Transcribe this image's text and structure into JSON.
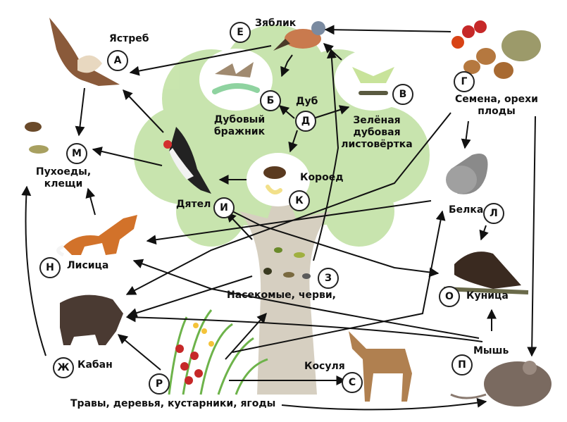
{
  "colors": {
    "tree_foliage": "#bfe0a0",
    "tree_trunk": "#cfc7b6",
    "arrow": "#111111",
    "grass": "#6db34a"
  },
  "nodes": [
    {
      "key": "A",
      "letter": "А",
      "label": "Ястреб"
    },
    {
      "key": "E",
      "letter": "Е",
      "label": "Зяблик"
    },
    {
      "key": "G",
      "letter": "Г",
      "label": "Семена, орехи плоды"
    },
    {
      "key": "B",
      "letter": "Б",
      "label": "Дубовый бражник"
    },
    {
      "key": "V",
      "letter": "В",
      "label": "Зелёная дубовая листовёртка"
    },
    {
      "key": "D",
      "letter": "Д",
      "label": "Дуб"
    },
    {
      "key": "M",
      "letter": "М",
      "label": "Пухоеды, клещи"
    },
    {
      "key": "K",
      "letter": "К",
      "label": "Короед"
    },
    {
      "key": "I",
      "letter": "И",
      "label": "Дятел"
    },
    {
      "key": "L",
      "letter": "Л",
      "label": "Белка"
    },
    {
      "key": "N",
      "letter": "Н",
      "label": "Лисица"
    },
    {
      "key": "Z",
      "letter": "З",
      "label": "Насекомые, черви,"
    },
    {
      "key": "O",
      "letter": "О",
      "label": "Куница"
    },
    {
      "key": "ZH",
      "letter": "Ж",
      "label": "Кабан"
    },
    {
      "key": "P",
      "letter": "П",
      "label": "Мышь"
    },
    {
      "key": "S",
      "letter": "С",
      "label": "Косуля"
    },
    {
      "key": "R",
      "letter": "Р",
      "label": "Травы, деревья, кустарники, ягоды"
    }
  ]
}
